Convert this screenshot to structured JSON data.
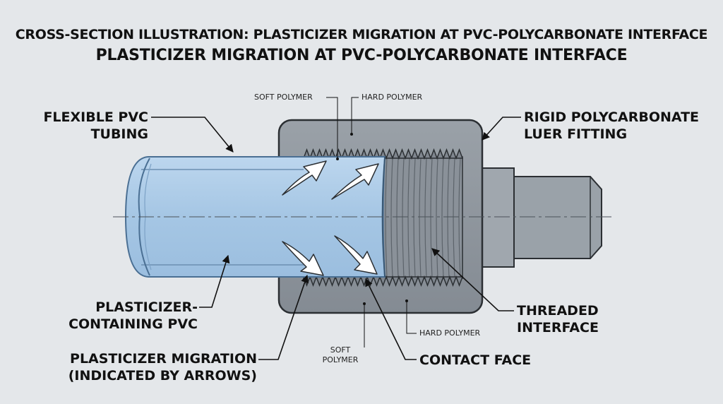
{
  "titles": {
    "primary": "CROSS-SECTION ILLUSTRATION: PLASTICIZER MIGRATION AT PVC-POLYCARBONATE INTERFACE",
    "secondary": "PLASTICIZER MIGRATION AT PVC-POLYCARBONATE  INTERFACE"
  },
  "labels": {
    "flexible_tubing": [
      "FLEXIBLE PVC",
      "TUBING"
    ],
    "rigid_fitting": [
      "RIGID POLYCARBONATE",
      "LUER FITTING"
    ],
    "plasticizer_pvc": [
      "PLASTICIZER-",
      "CONTAINING PVC"
    ],
    "migration": [
      "PLASTICIZER MIGRATION",
      "(INDICATED BY ARROWS)"
    ],
    "threaded_interface": [
      "THREADED",
      "INTERFACE"
    ],
    "contact_face": "CONTACT FACE",
    "soft_polymer_top": "SOFT POLYMER",
    "hard_polymer_top": "HARD POLYMER",
    "soft_polymer_bottom": [
      "SOFT",
      "POLYMER"
    ],
    "hard_polymer_bottom": "HARD POLYMER"
  },
  "colors": {
    "background": "#e4e7ea",
    "pvc_fill": "#a9c9e6",
    "pvc_stroke": "#4a6f93",
    "fitting_fill": "#8d949c",
    "fitting_dark": "#6f767e",
    "nozzle_fill": "#9aa2a9",
    "outline": "#2b2f33"
  }
}
